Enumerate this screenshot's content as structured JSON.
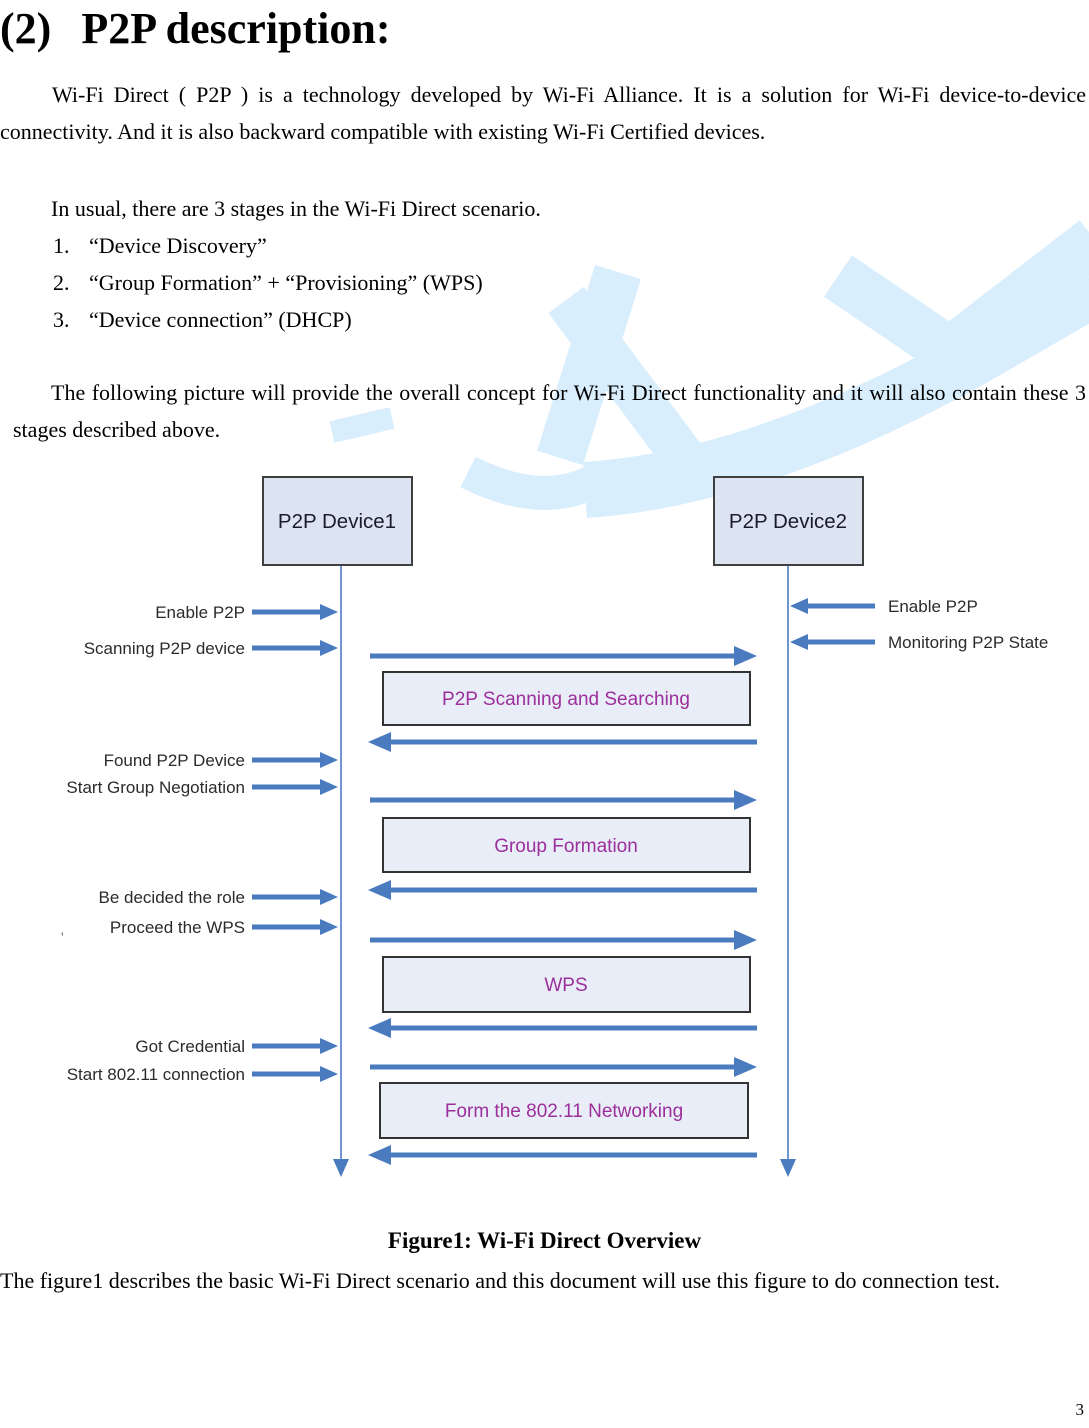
{
  "page": {
    "heading_number": "(2)",
    "heading_text": "P2P description:",
    "paragraph1": "Wi-Fi Direct ( P2P ) is a technology developed by Wi-Fi Alliance. It is a solution for Wi-Fi device-to-device connectivity. And it is also backward compatible with existing Wi-Fi Certified devices.",
    "intro_line": "In usual, there are 3 stages in the Wi-Fi Direct scenario.",
    "stages": [
      {
        "num": "1.",
        "text": "“Device Discovery”"
      },
      {
        "num": "2.",
        "text": "“Group Formation” + “Provisioning” (WPS)"
      },
      {
        "num": "3.",
        "text": "“Device connection” (DHCP)"
      }
    ],
    "paragraph2": "The following picture will provide the overall concept for Wi-Fi Direct functionality and it will also contain these 3 stages described above.",
    "stray_mark": "'",
    "figure_caption": "Figure1: Wi-Fi Direct Overview",
    "paragraph3": "The figure1 describes the basic Wi-Fi Direct scenario and this document will use this figure to do connection test.",
    "page_number": "3"
  },
  "figure": {
    "device1_label": "P2P Device1",
    "device2_label": "P2P Device2",
    "left_labels": [
      "Enable P2P",
      "Scanning P2P device",
      "Found P2P Device",
      "Start Group Negotiation",
      "Be decided the role",
      "Proceed the WPS",
      "Got Credential",
      "Start 802.11 connection"
    ],
    "right_labels": [
      "Enable P2P",
      "Monitoring P2P State"
    ],
    "stage_boxes": [
      "P2P Scanning and Searching",
      "Group Formation",
      "WPS",
      "Form the 802.11 Networking"
    ],
    "colors": {
      "arrow_blue": "#4a7bbf",
      "lifeline_blue": "#6f97cd",
      "device_box_fill": "#dce4f1",
      "stage_box_fill": "#e8edf7",
      "stage_text_magenta": "#9c2f9c",
      "watermark_blue": "#d9eefd"
    }
  }
}
